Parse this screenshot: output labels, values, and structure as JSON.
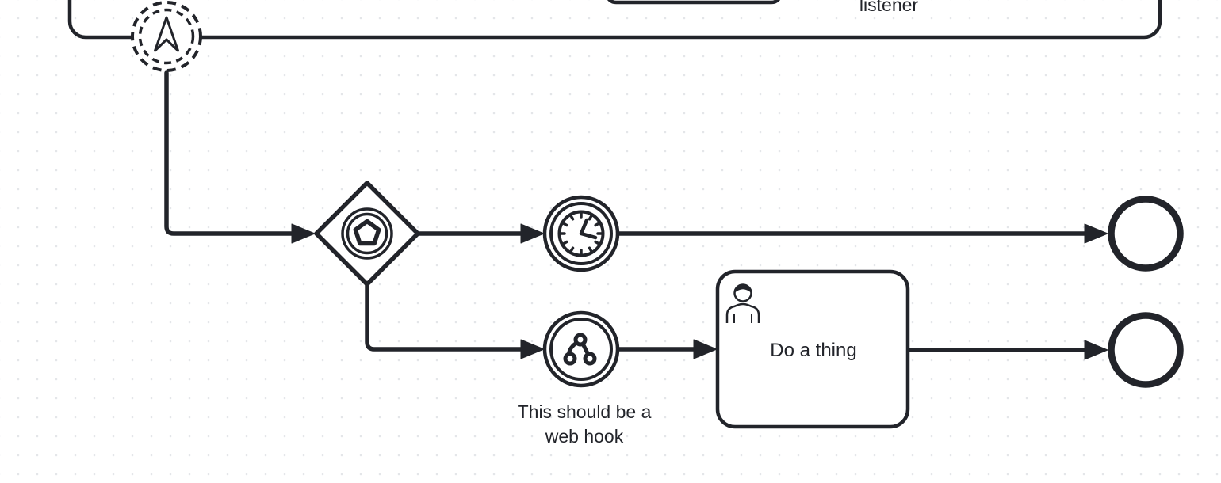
{
  "diagram": {
    "type": "BPMN process diagram",
    "colors": {
      "stroke": "#22242a",
      "shape_fill": "#ffffff",
      "grid_dot": "#e4e6e9"
    },
    "labels": {
      "listener": "listener",
      "user_task": "Do a thing",
      "webhook_note_line1": "This should be a",
      "webhook_note_line2": "web hook"
    },
    "icons": [
      "escalation-arrow-icon",
      "pentagon-icon",
      "clock-icon",
      "webhook-icon",
      "user-icon"
    ]
  }
}
